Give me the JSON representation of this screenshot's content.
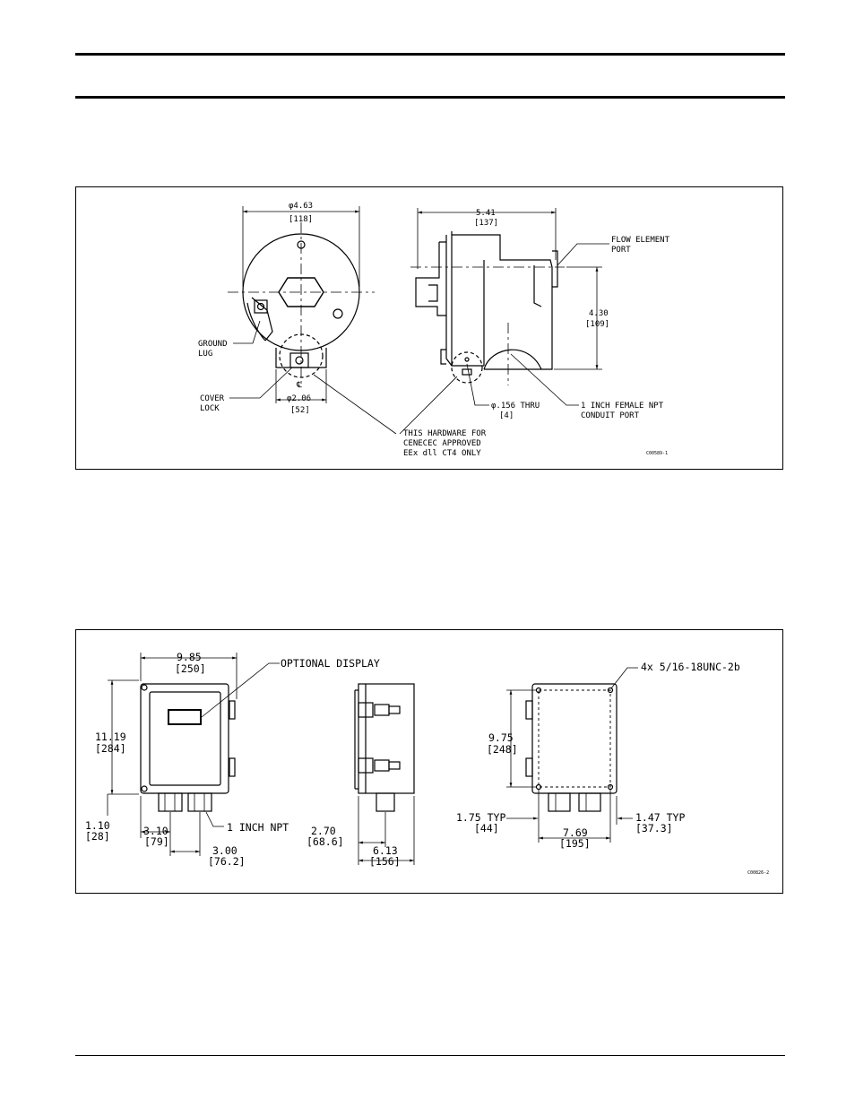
{
  "figure1": {
    "dia_outer": "φ4.63",
    "dia_outer_mm": "[118]",
    "ground_lug": [
      "GROUND",
      "LUG"
    ],
    "cover_lock": [
      "COVER",
      "LOCK"
    ],
    "centerline": "℄",
    "dia_base": "φ2.06",
    "dia_base_mm": "[52]",
    "depth": "5.41",
    "depth_mm": "[137]",
    "flow_port": [
      "FLOW ELEMENT",
      "PORT"
    ],
    "height": "4.30",
    "height_mm": "[109]",
    "hole": "φ.156 THRU",
    "hole_mm": "[4]",
    "conduit": [
      "1 INCH FEMALE NPT",
      "CONDUIT PORT"
    ],
    "hardware_note": [
      "THIS HARDWARE FOR",
      "CENECEC APPROVED",
      "EEx dll CT4 ONLY"
    ],
    "drawing_no": "C00589-1"
  },
  "figure2": {
    "width": "9.85",
    "width_mm": "[250]",
    "optional_display": "OPTIONAL DISPLAY",
    "height": "11.19",
    "height_mm": "[284]",
    "offset_a": "1.10",
    "offset_a_mm": "[28]",
    "offset_b": "3.10",
    "offset_b_mm": "[79]",
    "npt": "1 INCH NPT",
    "offset_c": "3.00",
    "offset_c_mm": "[76.2]",
    "side_a": "2.70",
    "side_a_mm": "[68.6]",
    "side_b": "6.13",
    "side_b_mm": "[156]",
    "thread": "4x 5/16-18UNC-2b",
    "mount_h": "9.75",
    "mount_h_mm": "[248]",
    "left_typ": "1.75 TYP",
    "left_typ_mm": "[44]",
    "mount_w": "7.69",
    "mount_w_mm": "[195]",
    "right_typ": "1.47 TYP",
    "right_typ_mm": "[37.3]",
    "drawing_no": "C00826-2"
  }
}
